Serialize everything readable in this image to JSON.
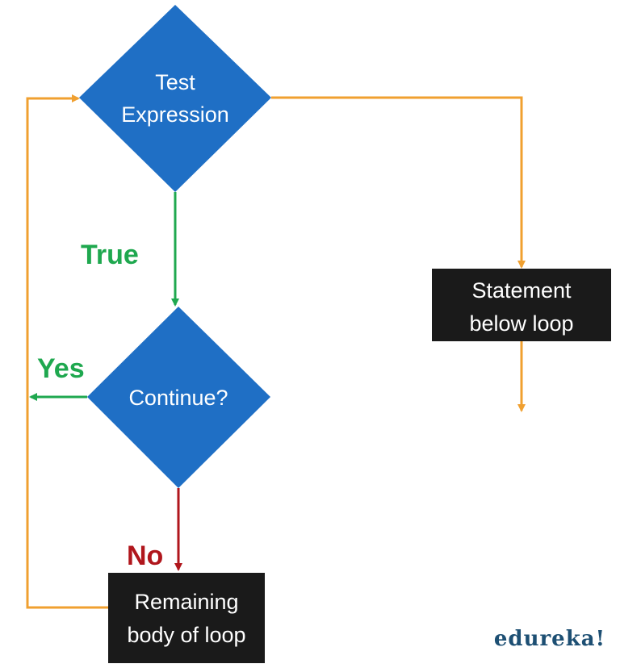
{
  "nodes": {
    "test_expression": {
      "line1": "Test",
      "line2": "Expression"
    },
    "continue": {
      "label": "Continue?"
    },
    "statement_below_loop": {
      "line1": "Statement",
      "line2": "below loop"
    },
    "remaining_body": {
      "line1": "Remaining",
      "line2": "body of loop"
    }
  },
  "edges": {
    "true_label": "True",
    "yes_label": "Yes",
    "no_label": "No"
  },
  "logo": {
    "text": "edureka!"
  },
  "colors": {
    "diamond": "#1f6fc5",
    "box": "#1a1a1a",
    "orange": "#f0a030",
    "green": "#1fa84f",
    "red": "#b0161c",
    "logo": "#1d4f73"
  }
}
